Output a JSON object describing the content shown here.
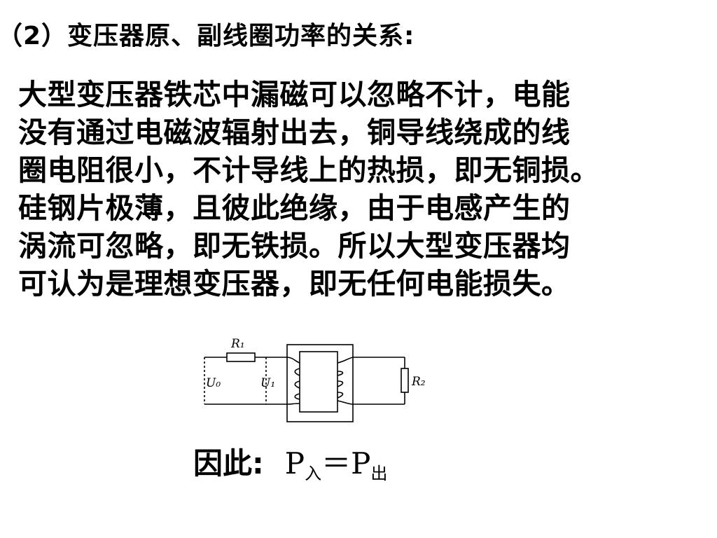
{
  "heading": "（2）变压器原、副线圈功率的关系:",
  "body": {
    "lines": [
      "大型变压器铁芯中漏磁可以忽略不计，电能",
      "没有通过电磁波辐射出去，铜导线绕成的线",
      "圈电阻很小，不计导线上的热损，即无铜损。",
      "硅钢片极薄，且彼此绝缘，由于电感产生的",
      "涡流可忽略，即无铁损。所以大型变压器均",
      "可认为是理想变压器，即无任何电能损失。"
    ]
  },
  "diagram": {
    "r1_label": "R₁",
    "u0_label": "U₀",
    "u1_label": "U₁",
    "r2_label": "R₂"
  },
  "conclusion": {
    "label": "因此:",
    "p_in": "P",
    "p_in_sub": "入",
    "equals": "＝",
    "p_out": "P",
    "p_out_sub": "出"
  }
}
